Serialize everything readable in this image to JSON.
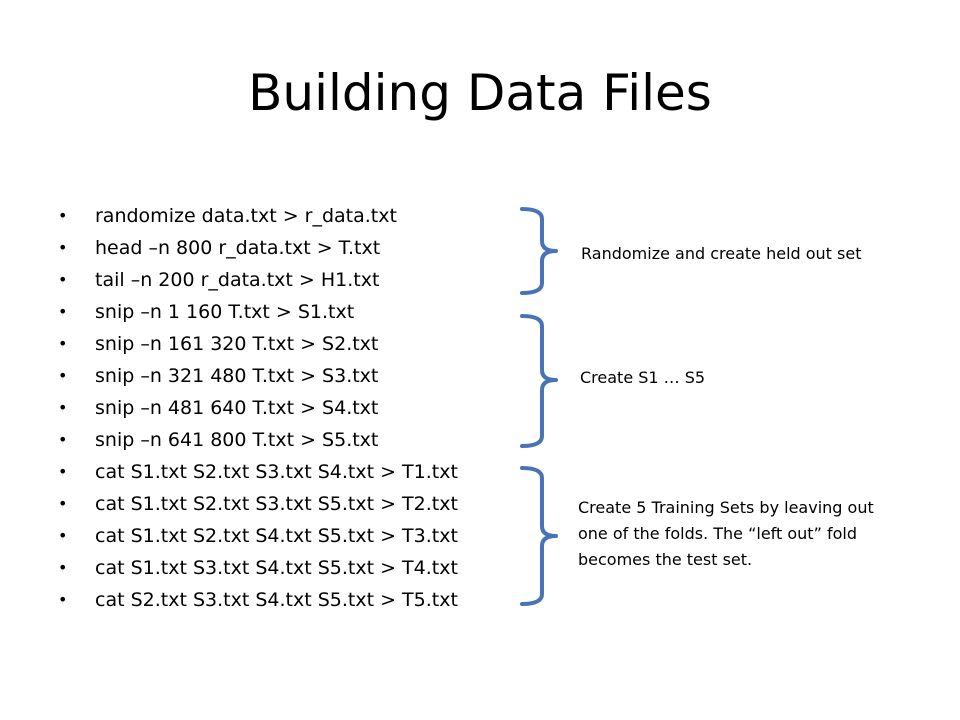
{
  "title": "Building Data Files",
  "bullet_symbol": "•",
  "bullets": [
    "randomize data.txt > r_data.txt",
    "head –n 800 r_data.txt > T.txt",
    "tail –n 200 r_data.txt > H1.txt",
    "snip –n 1 160 T.txt > S1.txt",
    "snip –n 161 320 T.txt > S2.txt",
    "snip –n 321 480 T.txt > S3.txt",
    "snip –n 481 640 T.txt > S4.txt",
    "snip –n 641 800 T.txt > S5.txt",
    "cat S1.txt S2.txt S3.txt S4.txt > T1.txt",
    "cat S1.txt S2.txt S3.txt S5.txt > T2.txt",
    "cat S1.txt S2.txt S4.txt S5.txt > T3.txt",
    "cat S1.txt S3.txt S4.txt S5.txt > T4.txt",
    "cat S2.txt S3.txt S4.txt S5.txt > T5.txt"
  ],
  "annotations": {
    "randomize": "Randomize and create held out set",
    "create_s": "Create S1 … S5",
    "training_lines": [
      "Create 5 Training Sets by leaving out",
      "one of the folds.  The “left out” fold",
      "becomes the test set."
    ]
  },
  "colors": {
    "brace": "#4a73b6",
    "text": "#000000"
  }
}
